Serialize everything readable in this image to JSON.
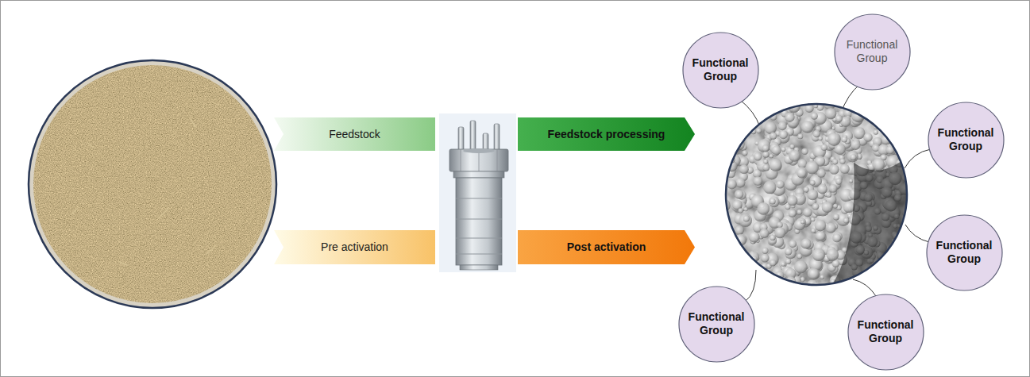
{
  "diagram": {
    "nodes": [
      {
        "text": [
          "Feedstock"
        ]
      },
      {
        "text": [
          "Feedstock processing"
        ]
      },
      {
        "text": [
          "Pre activation"
        ]
      },
      {
        "text": [
          "Post activation"
        ]
      },
      {
        "text": [
          "Functional Group"
        ]
      },
      {
        "text": [
          "Functional Group"
        ]
      },
      {
        "text": [
          "Functional Group"
        ]
      },
      {
        "text": [
          "Functional Group"
        ]
      },
      {
        "text": [
          "Functional Group"
        ]
      },
      {
        "text": [
          "Functional Group"
        ]
      }
    ]
  }
}
